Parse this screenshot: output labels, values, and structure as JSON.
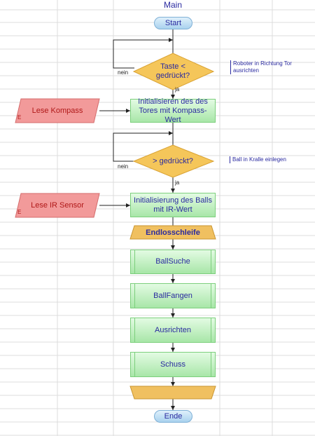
{
  "title": "Main",
  "nodes": {
    "start": "Start",
    "decision1": "Taste <\ngedrückt?",
    "decision2": "> gedrückt?",
    "init_tor": "Initialisieren des des\nTores mit Kompass-Wert",
    "init_ball": "Initialisierung des Balls\nmit IR-Wert",
    "loop_start": "Endlosschleife",
    "ballsuche": "BallSuche",
    "ballfangen": "BallFangen",
    "ausrichten": "Ausrichten",
    "schuss": "Schuss",
    "end": "Ende"
  },
  "inputs": {
    "kompass": "Lese Kompass",
    "ir": "Lese IR Sensor",
    "marker": "E"
  },
  "labels": {
    "nein1": "nein",
    "ja1": "ja",
    "nein2": "nein",
    "ja2": "ja"
  },
  "notes": {
    "note1": "Roboter in Richtung Tor\nausrichten",
    "note2": "Ball in Kralle einlegen"
  },
  "colors": {
    "terminal": "#a9d2ee",
    "process": "#a8e6a8",
    "decision": "#f5c65a",
    "input": "#f29a9a",
    "loop": "#f0c060",
    "text": "#2a2aa0",
    "grid": "#dcdcdc"
  }
}
